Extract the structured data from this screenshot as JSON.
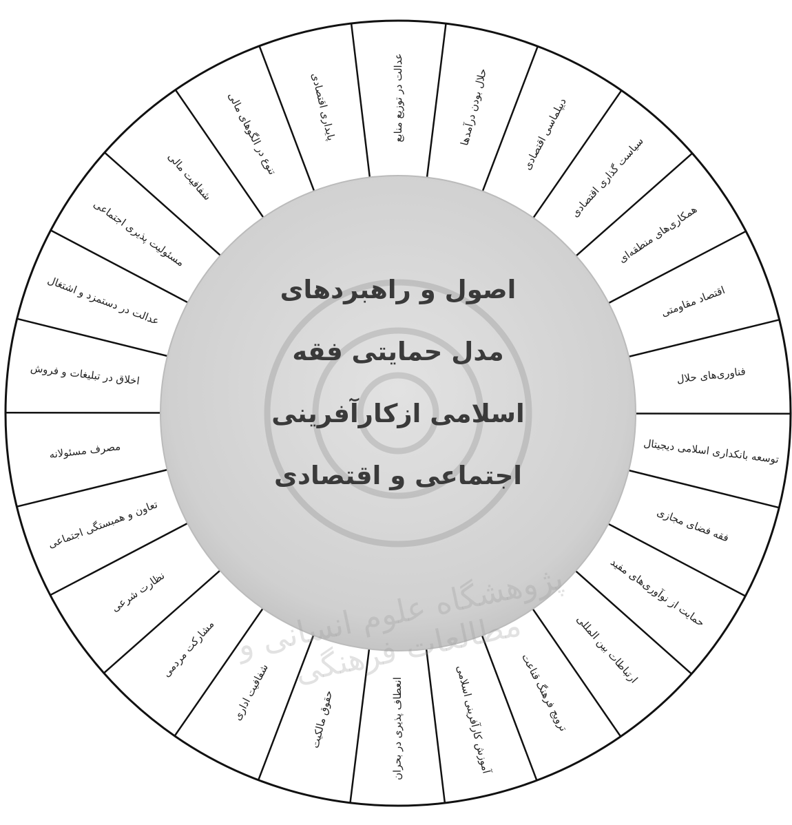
{
  "center": {
    "lines": [
      "اصول و راهبردهای",
      "مدل حمایتی فقه",
      "اسلامی ازکارآفرینی",
      "اجتماعی و اقتصادی"
    ],
    "color": "#3a3a3a",
    "fill": "#d4d4d4"
  },
  "watermark": "پژوهشگاه علوم انسانی و مطالعات فرهنگی",
  "segments": [
    "حلال بودن درآمدها",
    "دیپلماسی اقتصادی",
    "سیاست گذاری اقتصادی",
    "همکاری‌های منطقه‌ای",
    "اقتصاد مقاومتی",
    "فناوری‌های حلال",
    "توسعه بانکداری اسلامی دیجیتال",
    "فقه فضای مجازی",
    "حمایت از نوآوری‌های مفید",
    "ارتباطات بین المللی",
    "ترویج فرهنگ قناعت",
    "آموزش کارآفرینی اسلامی",
    "انعطاف پذیری در بحران",
    "حقوق مالکیت",
    "شفافیت اداری",
    "مشارکت مردمی",
    "نظارت شرعی",
    "تعاون و همبستگی اجتماعی",
    "مصرف مسئولانه",
    "اخلاق در تبلیغات و فروش",
    "عدالت در دستمزد و اشتغال",
    "مسئولیت پذیری اجتماعی",
    "شفافیت مالی",
    "تنوع در الگوهای مالی",
    "پایداری اقتصادی",
    "عدالت در توزیع منابع"
  ]
}
